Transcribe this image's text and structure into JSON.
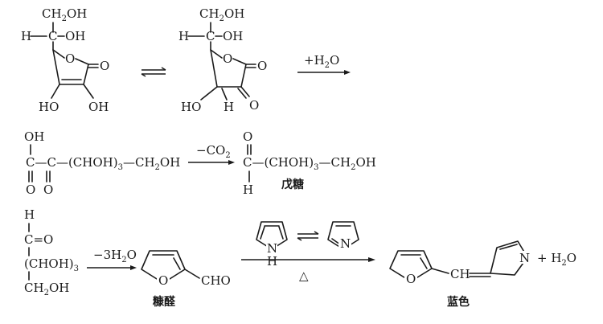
{
  "mol_ascorbic": {
    "ch2oh": "CH2OH",
    "h": "H",
    "oh": "OH",
    "ring_o": "O",
    "carbonyl_o": "O",
    "enol_oh_left": "HO",
    "enol_oh_right": "OH"
  },
  "mol_keto": {
    "ch2oh": "CH2OH",
    "h": "H",
    "oh": "OH",
    "ring_o": "O",
    "carbonyl_o": "O",
    "ho": "HO",
    "h_ring": "H",
    "keto_o": "O"
  },
  "arrow1": {
    "label": "+H2O"
  },
  "row2": {
    "acid_oh": "OH",
    "chain": "C—C—(CHOH)3—CH2OH",
    "o1": "O",
    "o2": "O",
    "arrow_label": "−CO2",
    "prod_o": "O",
    "prod_chain": "C—(CHOH)3—CH2OH",
    "prod_h": "H",
    "prod_name": "戊糖"
  },
  "row3": {
    "h": "H",
    "c_eq_o": "C=O",
    "chain": "(CHOH)3",
    "ch2oh": "CH2OH",
    "arrow1_label": "−3H2O",
    "furfural_o": "O",
    "cho": "CHO",
    "furfural_name": "糠醛",
    "pyrrole_nh": "N",
    "pyrrole_h": "H",
    "pyrrole_n": "N",
    "arrow2_label": "△",
    "prod_o": "O",
    "prod_ch": "CH",
    "prod_n": "N",
    "plus_h2o": "+ H2O",
    "prod_name": "蓝色"
  }
}
